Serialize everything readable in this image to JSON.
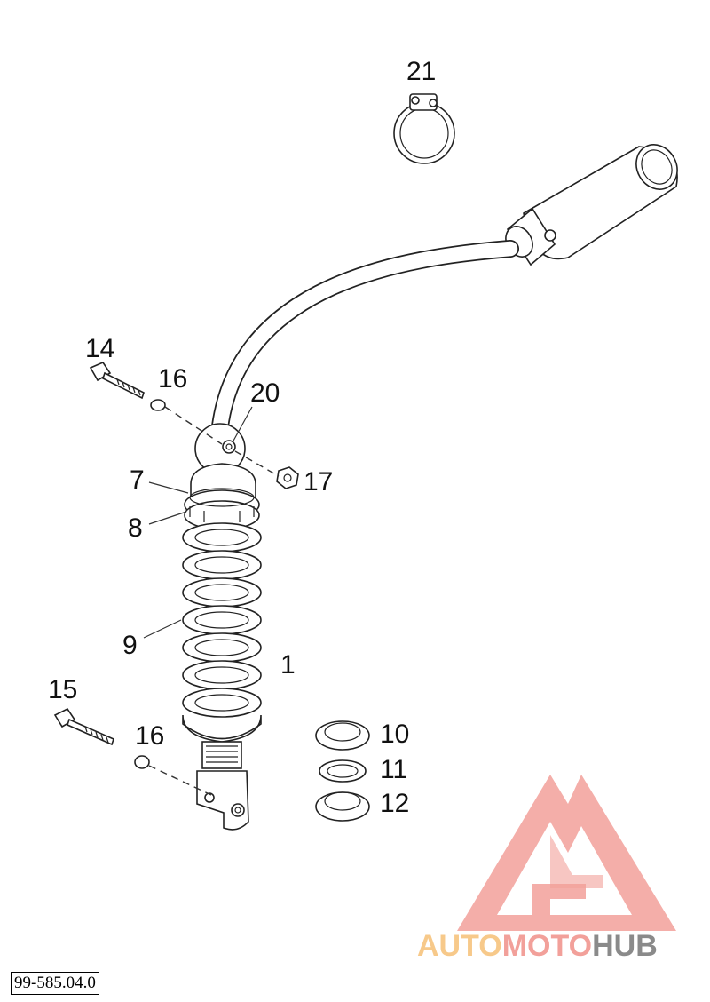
{
  "diagram_code": "99-585.04.0",
  "watermark": {
    "brand_auto": "AUTO",
    "brand_moto": "MOTO",
    "brand_hub": "HUB",
    "colors": {
      "logo_red": "#f2a09a",
      "auto_orange": "#f7c98a",
      "hub_gray": "#8a8a8a"
    }
  },
  "callouts": [
    {
      "id": "p1",
      "label": "1"
    },
    {
      "id": "p7",
      "label": "7"
    },
    {
      "id": "p8",
      "label": "8"
    },
    {
      "id": "p9",
      "label": "9"
    },
    {
      "id": "p10",
      "label": "10"
    },
    {
      "id": "p11",
      "label": "11"
    },
    {
      "id": "p12",
      "label": "12"
    },
    {
      "id": "p14",
      "label": "14"
    },
    {
      "id": "p15",
      "label": "15"
    },
    {
      "id": "p16a",
      "label": "16"
    },
    {
      "id": "p16b",
      "label": "16"
    },
    {
      "id": "p17",
      "label": "17"
    },
    {
      "id": "p20",
      "label": "20"
    },
    {
      "id": "p21",
      "label": "21"
    }
  ]
}
